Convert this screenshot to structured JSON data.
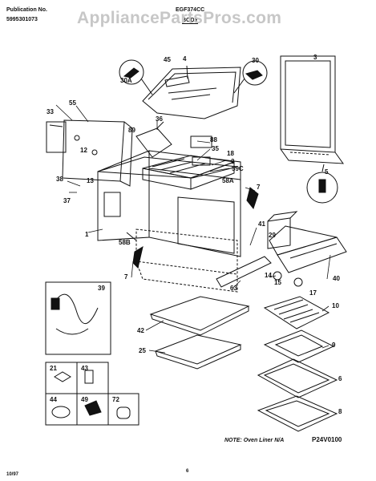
{
  "header": {
    "pub_label": "Publication No.",
    "pub_number": "5995301073",
    "model": "EGF374CC",
    "section": "BODY",
    "watermark": "AppliancePartsPros.com"
  },
  "callouts": {
    "c45": "45",
    "c4": "4",
    "c30": "30",
    "c3": "3",
    "c30a": "30A",
    "c33": "33",
    "c55": "55",
    "c12": "12",
    "c36": "36",
    "c89": "89",
    "c88": "88",
    "c35": "35",
    "c18": "18",
    "c2": "2",
    "c59c": "59C",
    "c38": "38",
    "c13": "13",
    "c37": "37",
    "c58a": "58A",
    "c7a": "7",
    "c5": "5",
    "c1": "1",
    "c41": "41",
    "c29": "29",
    "c58b": "58B",
    "c7b": "7",
    "c63": "63",
    "c14": "14",
    "c15": "15",
    "c40": "40",
    "c17": "17",
    "c39": "39",
    "c42": "42",
    "c10": "10",
    "c9": "9",
    "c25": "25",
    "c6": "6",
    "c21": "21",
    "c43": "43",
    "c44": "44",
    "c49": "49",
    "c72": "72",
    "c8": "8"
  },
  "footer": {
    "note": "NOTE: Oven Liner N/A",
    "diagram_code": "P24V0100",
    "date": "10/97",
    "page": "6"
  }
}
